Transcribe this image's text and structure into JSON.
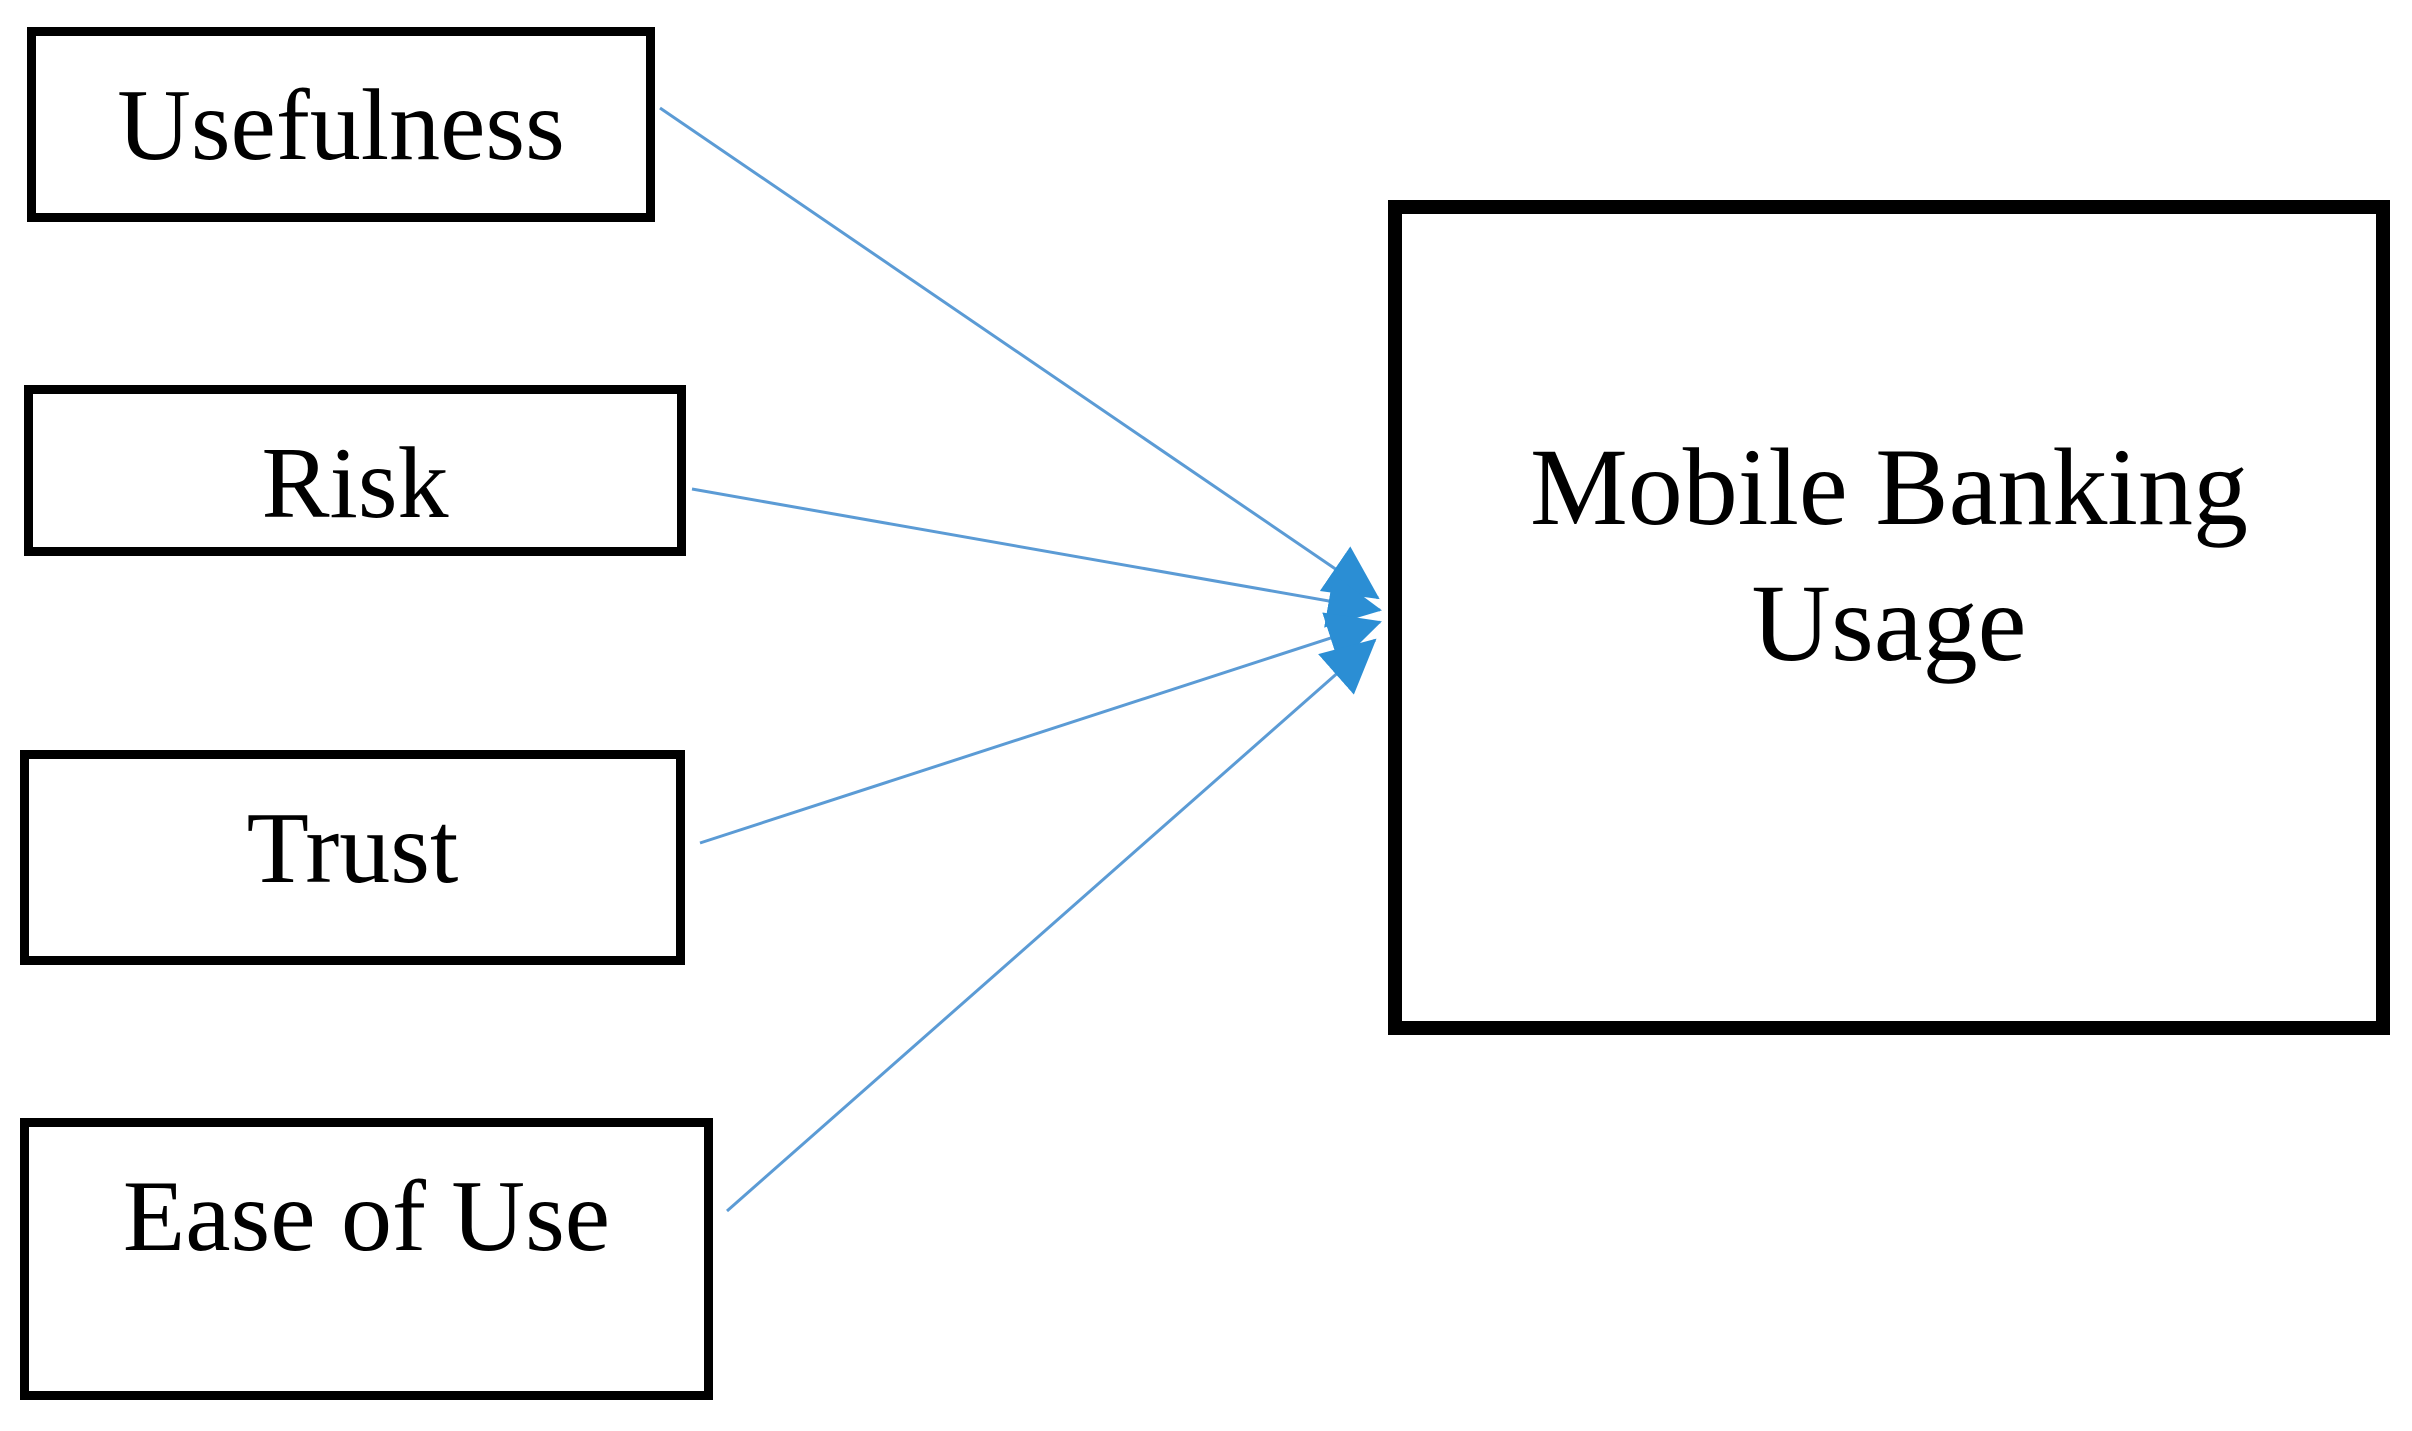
{
  "diagram": {
    "type": "path-model",
    "background_color": "#ffffff",
    "box_fill_color": "#ffffff",
    "box_border_color": "#000000",
    "text_color": "#000000",
    "arrow_line_color": "#5b9bd5",
    "arrow_head_color": "#2b8ed4",
    "predictors": [
      {
        "id": "usefulness",
        "label": "Usefulness"
      },
      {
        "id": "risk",
        "label": "Risk"
      },
      {
        "id": "trust",
        "label": "Trust"
      },
      {
        "id": "ease-of-use",
        "label": "Ease of Use"
      }
    ],
    "outcome": {
      "id": "mobile-banking-usage",
      "label": "Mobile Banking Usage",
      "line1": "Mobile Banking",
      "line2": "Usage"
    },
    "relations": [
      {
        "from": "Usefulness",
        "to": "Mobile Banking Usage"
      },
      {
        "from": "Risk",
        "to": "Mobile Banking Usage"
      },
      {
        "from": "Trust",
        "to": "Mobile Banking Usage"
      },
      {
        "from": "Ease of Use",
        "to": "Mobile Banking Usage"
      }
    ]
  }
}
